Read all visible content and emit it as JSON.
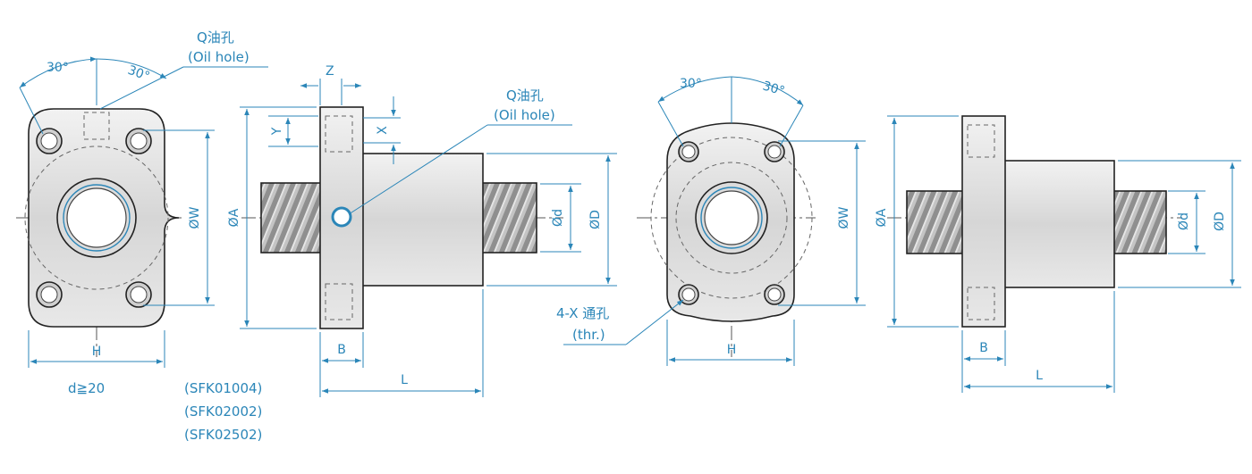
{
  "colors": {
    "dimension": "#2b86b8",
    "outline": "#222222",
    "body_fill": "#e3e3e3",
    "thread_fill": "#bdbdbd"
  },
  "labels": {
    "angle_30": "30°",
    "oil_hole_q": "Q油孔",
    "oil_hole_en": "(Oil hole)",
    "dia_w": "ØW",
    "dia_a": "ØA",
    "dia_d_small": "Ød",
    "dia_d_large": "ØD",
    "h": "H",
    "b": "B",
    "l": "L",
    "z": "Z",
    "y": "Y",
    "x": "X",
    "thru_hole": "4-X 通孔",
    "thru_hole_en": "(thr.)",
    "condition": "d≧20",
    "models": [
      "(SFK01004)",
      "(SFK02002)",
      "(SFK02502)"
    ]
  }
}
